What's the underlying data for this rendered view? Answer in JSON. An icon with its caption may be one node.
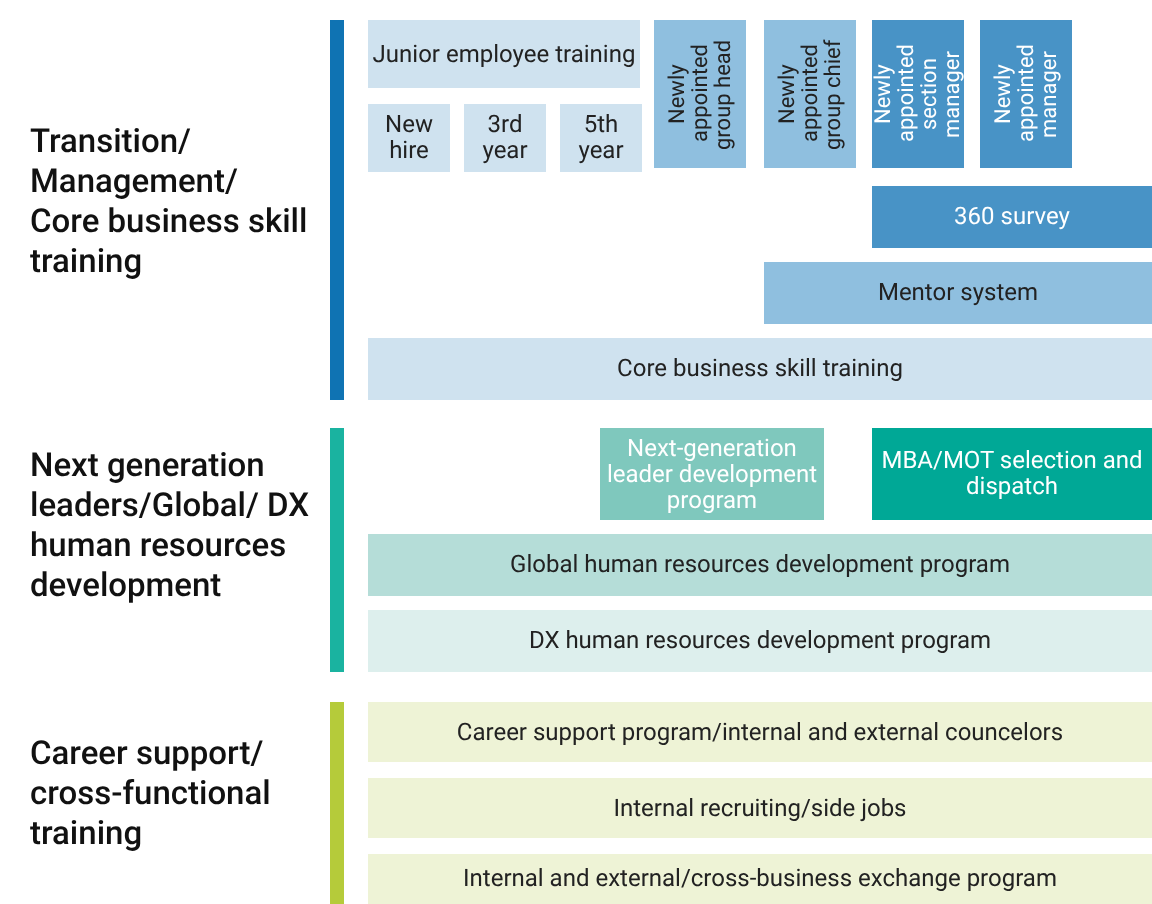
{
  "diagram": {
    "nodes": [
      {
        "text": [
          "Junior employee training"
        ]
      },
      {
        "text": [
          "New hire"
        ]
      },
      {
        "text": [
          "3rd year"
        ]
      },
      {
        "text": [
          "5th year"
        ]
      },
      {
        "text": [
          "Newly appointed group head"
        ]
      },
      {
        "text": [
          "Newly appointed group chief"
        ]
      },
      {
        "text": [
          "Newly appointed section manager"
        ]
      },
      {
        "text": [
          "Newly appointed manager"
        ]
      },
      {
        "text": [
          "360 survey"
        ]
      },
      {
        "text": [
          "Mentor system"
        ]
      },
      {
        "text": [
          "Core business skill training"
        ]
      },
      {
        "text": [
          "Next-generation leader development program"
        ]
      },
      {
        "text": [
          "MBA/MOT selection and dispatch"
        ]
      },
      {
        "text": [
          "Global human resources development program"
        ]
      },
      {
        "text": [
          "DX human resources development program"
        ]
      },
      {
        "text": [
          "Career support program/internal and external councelors"
        ]
      },
      {
        "text": [
          "Internal recruiting/side jobs"
        ]
      },
      {
        "text": [
          "Internal and external/cross-business exchange program"
        ]
      }
    ],
    "edges": [],
    "labels": [
      "Transition/ Management/ Core business skill training",
      "Next generation leaders/Global/ DX human resources development",
      "Career support/ cross-functional training"
    ]
  }
}
